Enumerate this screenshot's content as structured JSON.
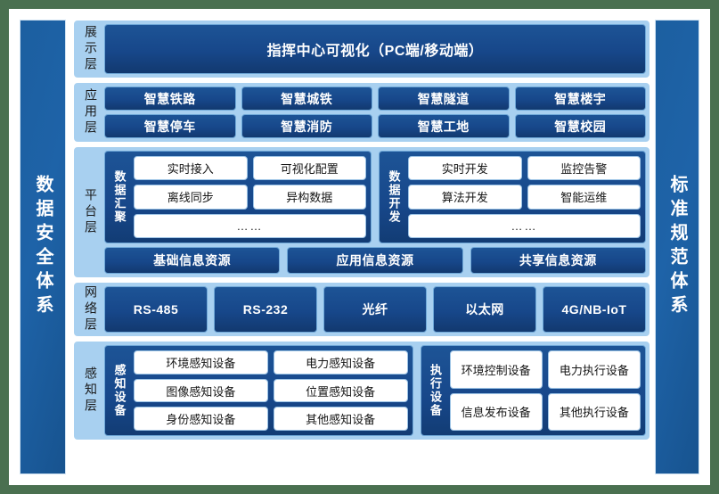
{
  "canvas": {
    "background_color": "#4a7050",
    "frame_color": "#ffffff",
    "accent_dark": "#1a4f95",
    "accent_light": "#a8d0f0"
  },
  "left_pillar": {
    "label": "数据安全体系"
  },
  "right_pillar": {
    "label": "标准规范体系"
  },
  "layers": {
    "presentation": {
      "label": "展示层",
      "banner": "指挥中心可视化（PC端/移动端）"
    },
    "application": {
      "label": "应用层",
      "row1": [
        "智慧铁路",
        "智慧城铁",
        "智慧隧道",
        "智慧楼宇"
      ],
      "row2": [
        "智慧停车",
        "智慧消防",
        "智慧工地",
        "智慧校园"
      ]
    },
    "platform": {
      "label": "平台层",
      "groups": [
        {
          "label": "数据汇聚",
          "row1": [
            "实时接入",
            "可视化配置"
          ],
          "row2": [
            "离线同步",
            "异构数据"
          ],
          "row3": [
            "……"
          ]
        },
        {
          "label": "数据开发",
          "row1": [
            "实时开发",
            "监控告警"
          ],
          "row2": [
            "算法开发",
            "智能运维"
          ],
          "row3": [
            "……"
          ]
        }
      ],
      "resources": [
        "基础信息资源",
        "应用信息资源",
        "共享信息资源"
      ]
    },
    "network": {
      "label": "网络层",
      "items": [
        "RS-485",
        "RS-232",
        "光纤",
        "以太网",
        "4G/NB-IoT"
      ]
    },
    "sensing": {
      "label": "感知层",
      "groups": [
        {
          "label": "感知设备",
          "row1": [
            "环境感知设备",
            "电力感知设备"
          ],
          "row2": [
            "图像感知设备",
            "位置感知设备"
          ],
          "row3": [
            "身份感知设备",
            "其他感知设备"
          ]
        },
        {
          "label": "执行设备",
          "row1": [
            "环境控制设备",
            "电力执行设备"
          ],
          "row2": [
            "信息发布设备",
            "其他执行设备"
          ]
        }
      ]
    }
  }
}
